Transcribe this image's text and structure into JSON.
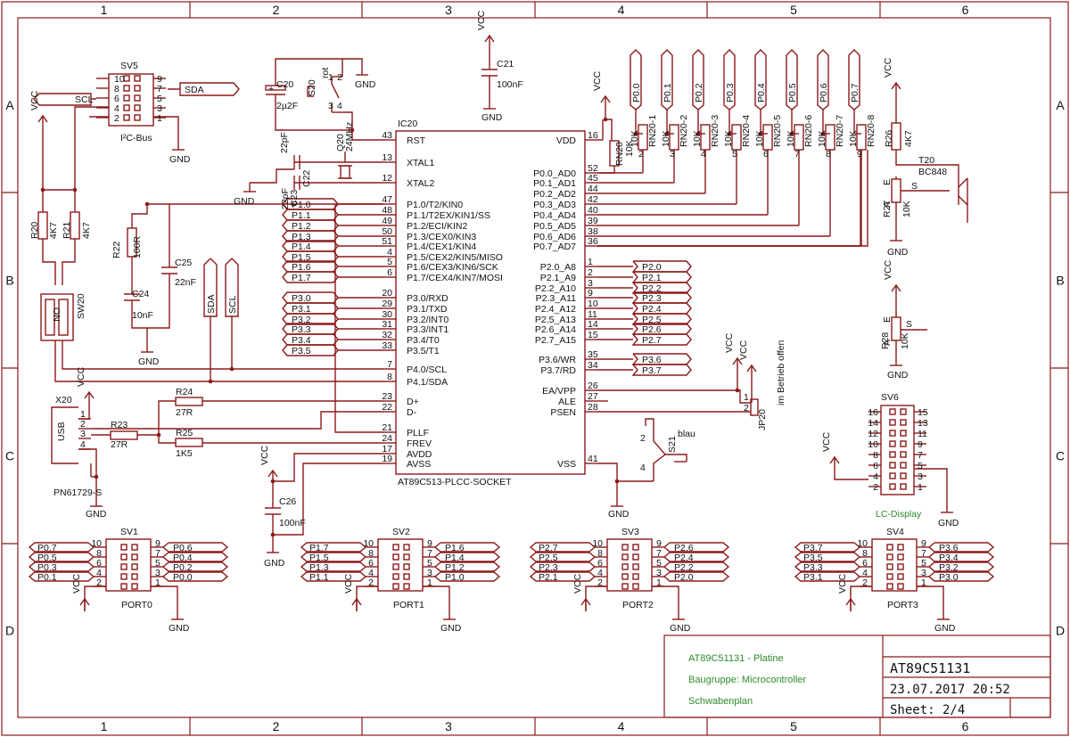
{
  "grid": {
    "columns": [
      "1",
      "2",
      "3",
      "4",
      "5",
      "6"
    ],
    "rows": [
      "A",
      "B",
      "C",
      "D"
    ]
  },
  "ic": {
    "name": "IC20",
    "part": "AT89C513-PLCC-SOCKET",
    "left_pins": [
      {
        "num": "43",
        "name": "RST"
      },
      {
        "num": "13",
        "name": "XTAL1"
      },
      {
        "num": "12",
        "name": "XTAL2"
      },
      {
        "num": "47",
        "name": "P1.0/T2/KIN0"
      },
      {
        "num": "48",
        "name": "P1.1/T2EX/KIN1/SS"
      },
      {
        "num": "49",
        "name": "P1.2/ECI/KIN2"
      },
      {
        "num": "50",
        "name": "P1.3/CEX0/KIN3"
      },
      {
        "num": "51",
        "name": "P1.4/CEX1/KIN4"
      },
      {
        "num": "4",
        "name": "P1.5/CEX2/KIN5/MISO"
      },
      {
        "num": "5",
        "name": "P1.6/CEX3/KIN6/SCK"
      },
      {
        "num": "6",
        "name": "P1.7/CEX4/KIN7/MOSI"
      },
      {
        "num": "20",
        "name": "P3.0/RXD"
      },
      {
        "num": "29",
        "name": "P3.1/TXD"
      },
      {
        "num": "30",
        "name": "P3.2/INT0"
      },
      {
        "num": "31",
        "name": "P3.3/INT1"
      },
      {
        "num": "32",
        "name": "P3.4/T0"
      },
      {
        "num": "33",
        "name": "P3.5/T1"
      },
      {
        "num": "7",
        "name": "P4.0/SCL"
      },
      {
        "num": "8",
        "name": "P4.1/SDA"
      },
      {
        "num": "23",
        "name": "D+"
      },
      {
        "num": "22",
        "name": "D-"
      },
      {
        "num": "21",
        "name": "PLLF"
      },
      {
        "num": "24",
        "name": "FREV"
      },
      {
        "num": "17",
        "name": "AVDD"
      },
      {
        "num": "19",
        "name": "AVSS"
      }
    ],
    "right_pins": [
      {
        "num": "16",
        "name": "VDD"
      },
      {
        "num": "52",
        "name": "P0.0_AD0"
      },
      {
        "num": "45",
        "name": "P0.1_AD1"
      },
      {
        "num": "44",
        "name": "P0.2_AD2"
      },
      {
        "num": "42",
        "name": "P0.3_AD3"
      },
      {
        "num": "40",
        "name": "P0.4_AD4"
      },
      {
        "num": "39",
        "name": "P0.5_AD5"
      },
      {
        "num": "38",
        "name": "P0.6_AD6"
      },
      {
        "num": "36",
        "name": "P0.7_AD7"
      },
      {
        "num": "1",
        "name": "P2.0_A8"
      },
      {
        "num": "2",
        "name": "P2.1_A9"
      },
      {
        "num": "3",
        "name": "P2.2_A10"
      },
      {
        "num": "9",
        "name": "P2.3_A11"
      },
      {
        "num": "10",
        "name": "P2.4_A12"
      },
      {
        "num": "11",
        "name": "P2.5_A13"
      },
      {
        "num": "14",
        "name": "P2.6_A14"
      },
      {
        "num": "15",
        "name": "P2.7_A15"
      },
      {
        "num": "35",
        "name": "P3.6/WR"
      },
      {
        "num": "34",
        "name": "P3.7/RD"
      },
      {
        "num": "26",
        "name": "EA/VPP"
      },
      {
        "num": "27",
        "name": "ALE"
      },
      {
        "num": "28",
        "name": "PSEN"
      },
      {
        "num": "41",
        "name": "VSS"
      }
    ]
  },
  "port_labels": {
    "p1": [
      "P1.0",
      "P1.1",
      "P1.2",
      "P1.3",
      "P1.4",
      "P1.5",
      "P1.6",
      "P1.7"
    ],
    "p3": [
      "P3.0",
      "P3.1",
      "P3.2",
      "P3.3",
      "P3.4",
      "P3.5"
    ],
    "p2": [
      "P2.0",
      "P2.1",
      "P2.2",
      "P2.3",
      "P2.4",
      "P2.5",
      "P2.6",
      "P2.7"
    ],
    "p3b": [
      "P3.6",
      "P3.7"
    ],
    "p0_top": [
      "P0.0",
      "P0.1",
      "P0.2",
      "P0.3",
      "P0.4",
      "P0.5",
      "P0.6",
      "P0.7"
    ]
  },
  "rn20": {
    "names": [
      "RN20-1",
      "RN20-2",
      "RN20-3",
      "RN20-4",
      "RN20-5",
      "RN20-6",
      "RN20-7",
      "RN20-8"
    ],
    "values": [
      "10K",
      "10K",
      "10K",
      "10K",
      "10K",
      "10K",
      "10K",
      "10K"
    ],
    "pins": [
      "2",
      "3",
      "4",
      "5",
      "6",
      "7",
      "8",
      "9"
    ],
    "common": "RN20",
    "common_val": "10K"
  },
  "components": {
    "sv5": "SV5",
    "i2c": "I²C-Bus",
    "scl": "SCL",
    "sda": "SDA",
    "c20": "C20",
    "c20v": "2µ2F",
    "s20": "S20",
    "s20c": "rot",
    "c21": "C21",
    "c21v": "100nF",
    "q20": "Q20",
    "q20v": "24MHz",
    "c22": "C22",
    "c22v": "22pF",
    "c23": "C23",
    "c23v": "22pF",
    "r20": "R20",
    "r20v": "4K7",
    "r21": "R21",
    "r21v": "4K7",
    "r22": "R22",
    "r22v": "100R",
    "c24": "C24",
    "c24v": "10nF",
    "c25": "C25",
    "c25v": "22nF",
    "sw20": "SW20",
    "on": "ON",
    "x20": "X20",
    "usb": "USB",
    "pn": "PN61729-S",
    "r23": "R23",
    "r23v": "27R",
    "r24": "R24",
    "r24v": "27R",
    "r25": "R25",
    "r25v": "1K5",
    "c26": "C26",
    "c26v": "100nF",
    "r26": "R26",
    "r26v": "4K7",
    "t20": "T20",
    "t20v": "BC848",
    "r27": "R27",
    "r27v": "10K",
    "r28": "R28",
    "r28v": "10K",
    "jp20": "JP20",
    "jp20c": "im Betrieb offen",
    "s21": "S21",
    "s21c": "blau",
    "sv6": "SV6",
    "lcd": "LC-Display",
    "vcc": "VCC",
    "gnd": "GND",
    "s_label": "S",
    "e_label": "E",
    "a_label": "A"
  },
  "headers": [
    {
      "name": "SV1",
      "port": "PORT0",
      "left": [
        "P0.7",
        "P0.5",
        "P0.3",
        "P0.1"
      ],
      "right": [
        "P0.6",
        "P0.4",
        "P0.2",
        "P0.0"
      ]
    },
    {
      "name": "SV2",
      "port": "PORT1",
      "left": [
        "P1.7",
        "P1.5",
        "P1.3",
        "P1.1"
      ],
      "right": [
        "P1.6",
        "P1.4",
        "P1.2",
        "P1.0"
      ]
    },
    {
      "name": "SV3",
      "port": "PORT2",
      "left": [
        "P2.7",
        "P2.5",
        "P2.3",
        "P2.1"
      ],
      "right": [
        "P2.6",
        "P2.4",
        "P2.2",
        "P2.0"
      ]
    },
    {
      "name": "SV4",
      "port": "PORT3",
      "left": [
        "P3.7",
        "P3.5",
        "P3.3",
        "P3.1"
      ],
      "right": [
        "P3.6",
        "P3.4",
        "P3.2",
        "P3.0"
      ]
    }
  ],
  "title_block": {
    "project": "AT89C51131 - Platine",
    "group": "Baugruppe: Microcontroller",
    "author": "Schwabenplan",
    "name": "AT89C51131",
    "date": "23.07.2017 20:52",
    "sheet": "Sheet: 2/4"
  }
}
